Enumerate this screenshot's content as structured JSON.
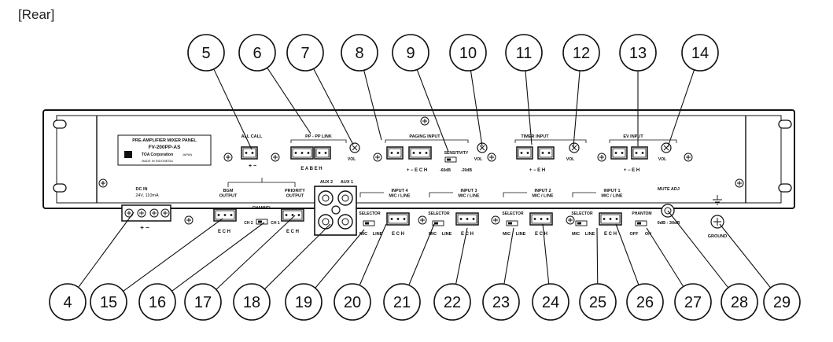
{
  "header": "[Rear]",
  "plate": {
    "title": "PRE-AMPLIFIER MIXER PANEL",
    "model": "FV-200PP-AS",
    "maker": "TOA Corporation",
    "country": "JAPAN",
    "made_in": "MADE IN INDONESIA",
    "logo": "TOA"
  },
  "labels": {
    "all_call": "ALL CALL",
    "pp_link": "PP - PP LINK",
    "paging_input": "PAGING INPUT",
    "timer_input": "TIMER INPUT",
    "ev_input": "EV INPUT",
    "vol": "VOL",
    "sensitivity": "SENSITIVITY",
    "sens_low": "-60dB",
    "sens_high": "-20dB",
    "plus_minus": "+ −",
    "pm_ech": "+ −   E C H",
    "pm_eh": "+ −   E H",
    "eabeh": "E A B E H",
    "ech": "E C H",
    "dc_in": "DC IN",
    "dc_rating": "24V, 110mA",
    "dc_pm": "+   −",
    "bgm_output": "BGM\nOUTPUT",
    "priority_output": "PRIORITY\nOUTPUT",
    "channel": "CHANNEL",
    "ch2": "CH 2",
    "ch1": "CH 1",
    "aux2": "AUX 2",
    "aux1": "AUX 1",
    "input4": "INPUT 4\nMIC / LINE",
    "input3": "INPUT 3\nMIC / LINE",
    "input2": "INPUT 2\nMIC / LINE",
    "input1": "INPUT 1\nMIC / LINE",
    "mute_adj": "MUTE ADJ",
    "selector": "SELECTOR",
    "mic": "MIC",
    "line": "LINE",
    "phantom": "PHANTOM",
    "off": "OFF",
    "on": "ON",
    "mute_range": "0dB - 30dB",
    "ground": "GROUND"
  },
  "callouts_top": [
    "5",
    "6",
    "7",
    "8",
    "9",
    "10",
    "11",
    "12",
    "13",
    "14"
  ],
  "callouts_bottom": [
    "4",
    "15",
    "16",
    "17",
    "18",
    "19",
    "20",
    "21",
    "22",
    "23",
    "24",
    "25",
    "26",
    "27",
    "28",
    "29"
  ]
}
